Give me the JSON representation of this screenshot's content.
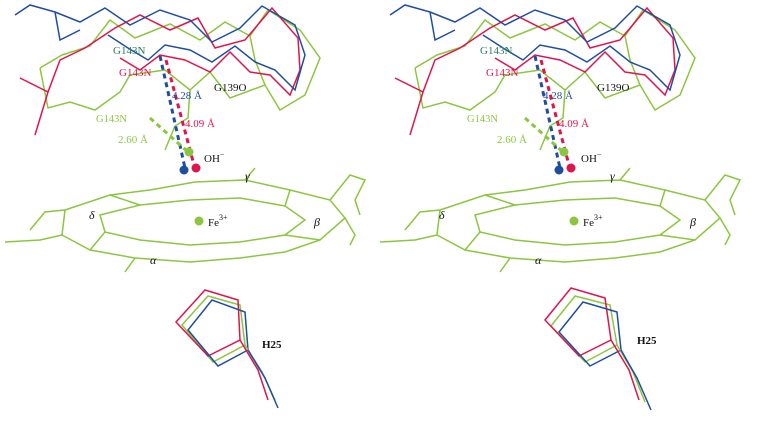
{
  "colors": {
    "green": "#8cc63f",
    "red": "#e0144c",
    "blue": "#1f4ea1",
    "black": "#111111"
  },
  "panels": [
    {
      "labels": {
        "g143n_blue": "G143N",
        "g143n_red": "G143N",
        "g143n_green": "G143N",
        "g139o": "G139O",
        "dist_blue": "4.28 Å",
        "dist_red": "4.09 Å",
        "dist_green": "2.60 Å",
        "oh": "OH",
        "oh_charge": "−",
        "gamma": "γ",
        "delta": "δ",
        "beta": "β",
        "alpha": "α",
        "fe": "Fe",
        "fe_charge": "3+",
        "h25": "H25"
      }
    },
    {
      "labels": {
        "g143n_blue": "G143N",
        "g143n_red": "G143N",
        "g143n_green": "G143N",
        "g139o": "G139O",
        "dist_blue": "4.28 Å",
        "dist_red": "4.09 Å",
        "dist_green": "2.60 Å",
        "oh": "OH",
        "oh_charge": "−",
        "gamma": "γ",
        "delta": "δ",
        "beta": "β",
        "alpha": "α",
        "fe": "Fe",
        "fe_charge": "3+",
        "h25": "H25"
      }
    }
  ]
}
